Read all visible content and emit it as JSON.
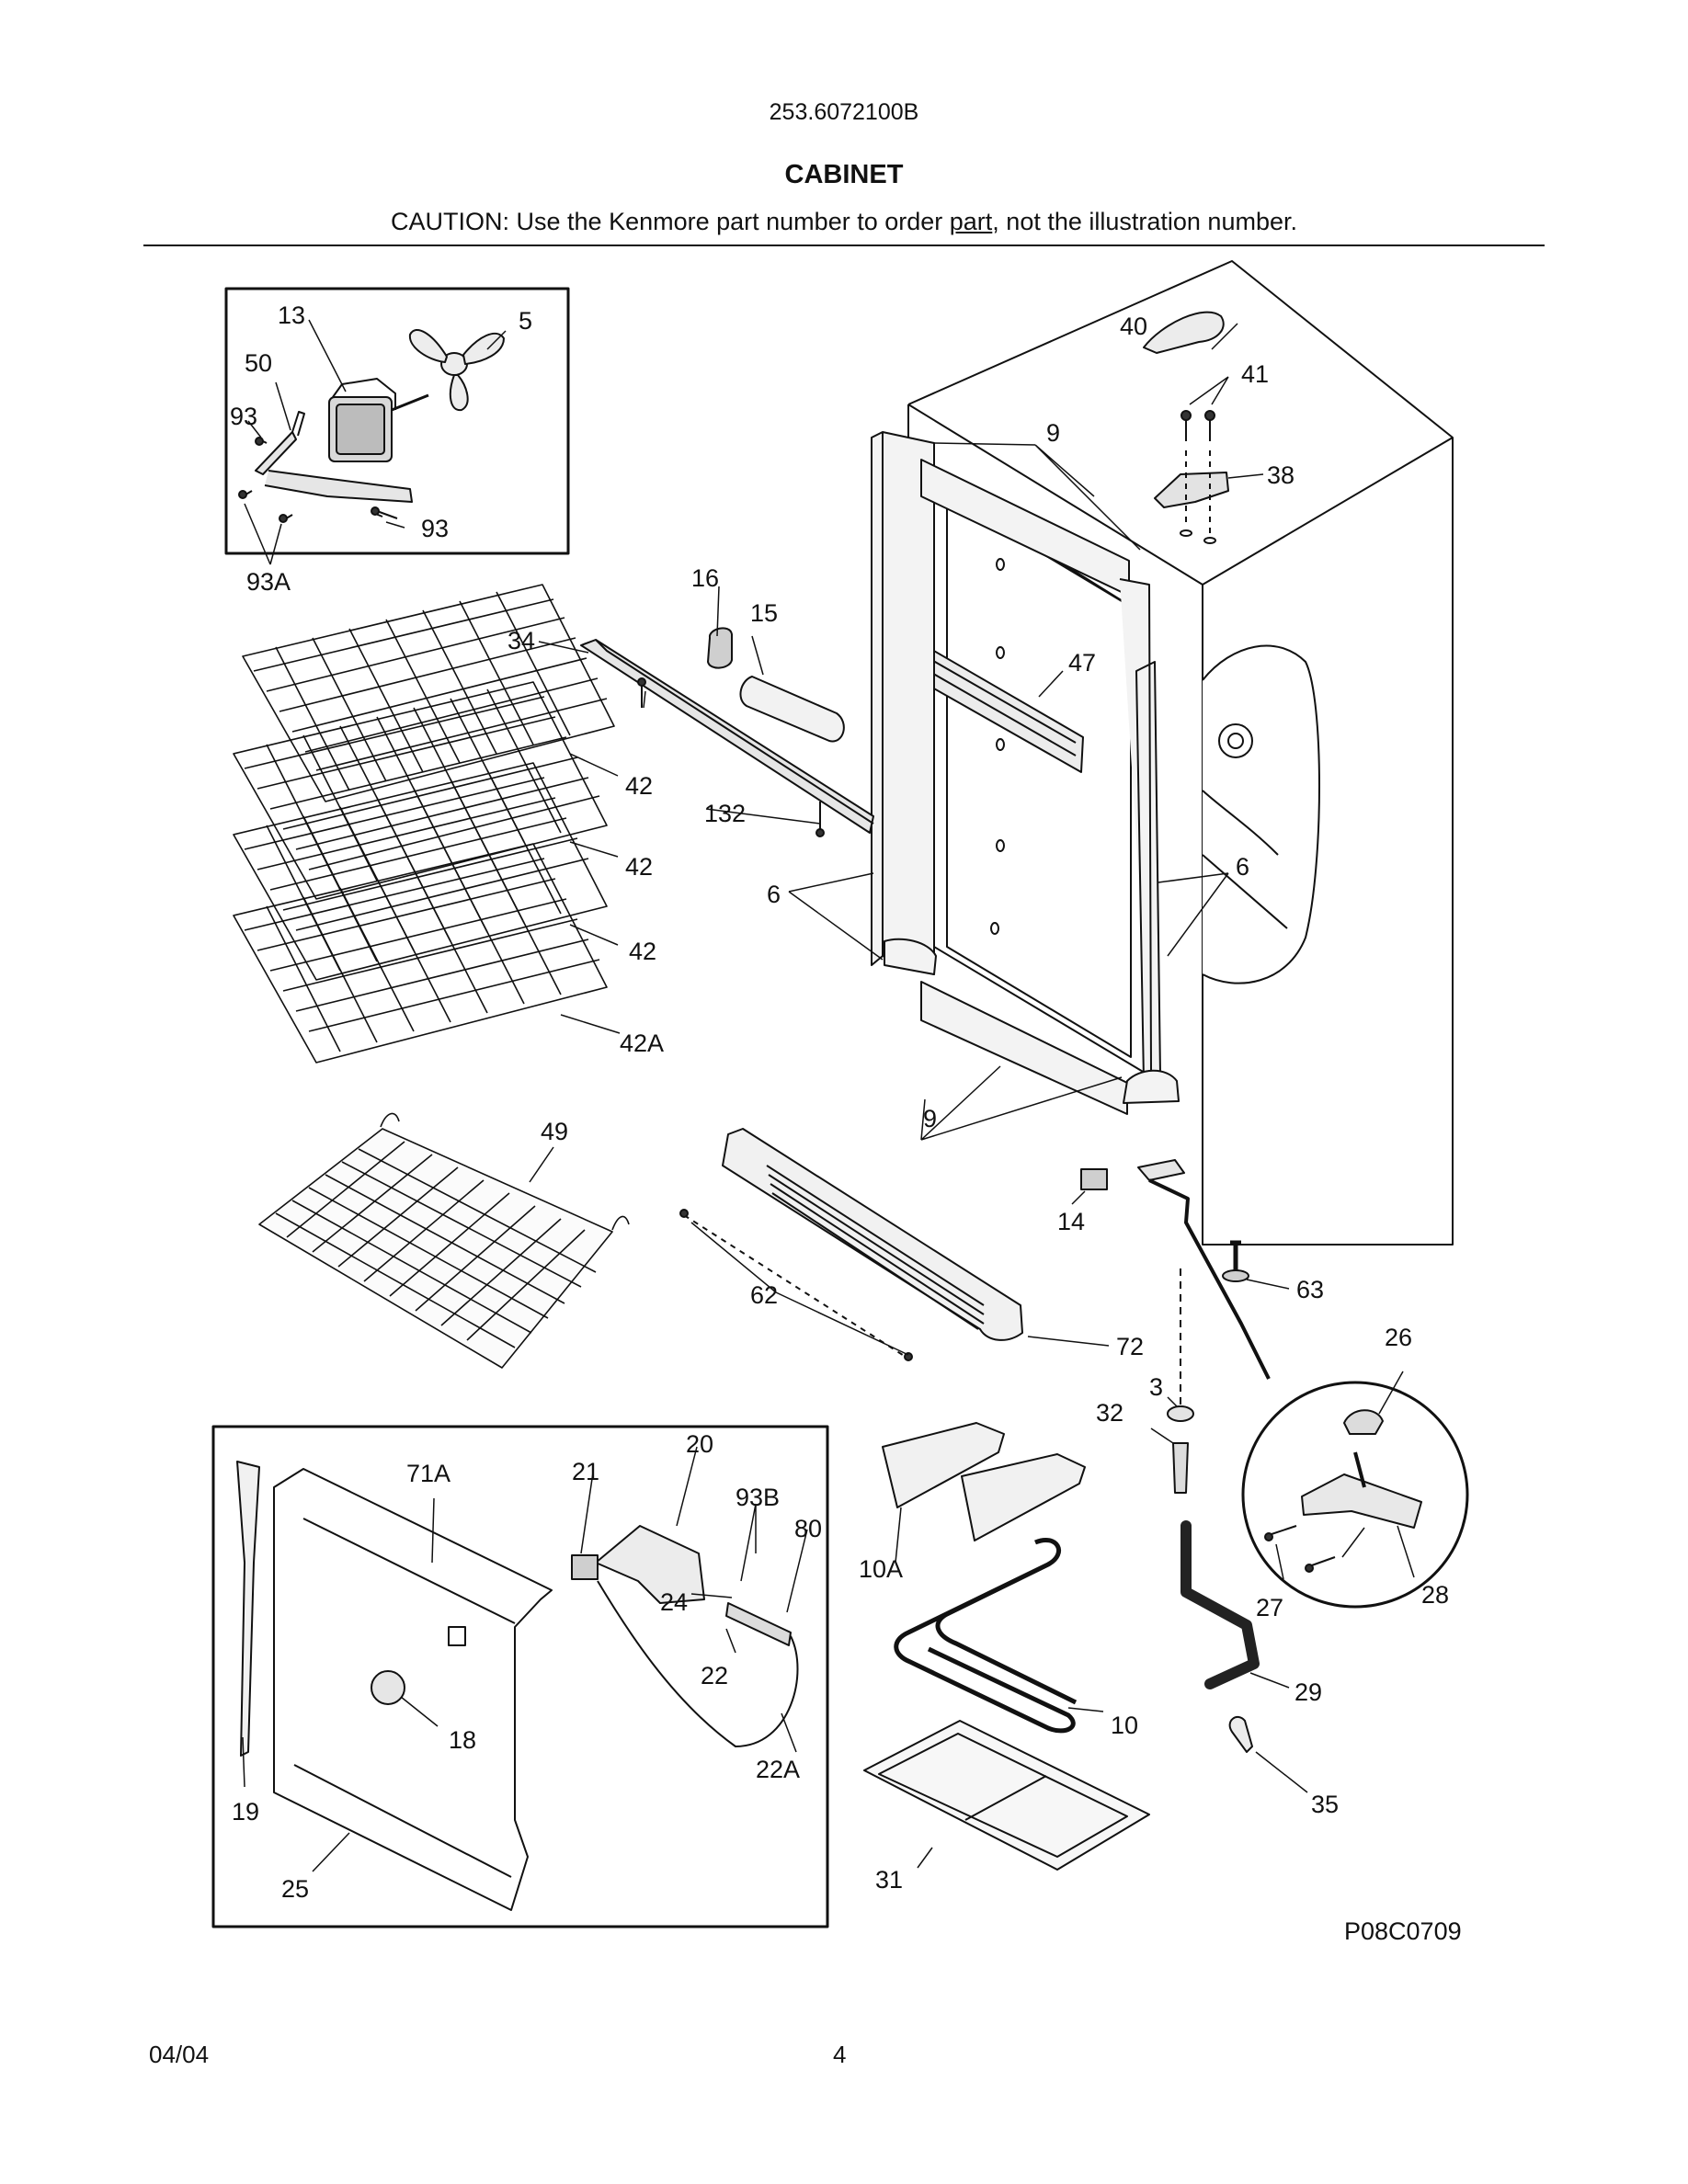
{
  "header": {
    "model_number": "253.6072100B",
    "section_title": "CABINET",
    "caution_prefix": "CAUTION: Use the Kenmore part number to order ",
    "caution_underlined": "part",
    "caution_suffix": ", not the illustration number."
  },
  "figure_code": "P08C0709",
  "callouts": {
    "fan_motor": "13",
    "fan_blade": "5",
    "motor_bracket": "50",
    "screw_93_upper": "93",
    "screw_93_lower": "93",
    "screw_93a": "93A",
    "hinge_cover": "40",
    "hinge_screws": "41",
    "top_hinge": "38",
    "gasket_top": "9",
    "gasket_bottom": "9",
    "light_socket": "16",
    "light_bulb": "15",
    "light_shield": "34",
    "shelf_screw": "132",
    "shelf_1": "42",
    "shelf_2": "42",
    "shelf_3": "42",
    "shelf_bottom": "42A",
    "rail": "47",
    "gasket_left": "6",
    "gasket_right": "6",
    "basket": "49",
    "toe_grille_screws": "62",
    "toe_grille": "72",
    "switch": "14",
    "leveling_leg": "63",
    "hinge_cap": "26",
    "bottom_hinge_screw": "27",
    "bottom_hinge": "28",
    "hinge_pin_cap": "3",
    "hinge_pin": "32",
    "drain_tube": "29",
    "drain_plug": "35",
    "drain_pan": "31",
    "heater_bracket_left": "10A",
    "heater": "10",
    "back_panel": "71A",
    "timer": "21",
    "timer_cover": "20",
    "screw_93b": "93B",
    "bracket_80": "80",
    "screw_24": "24",
    "wire_cover": "22",
    "harness": "22A",
    "grommet": "18",
    "side_channel": "19",
    "bottom_channel": "25"
  },
  "footer": {
    "date": "04/04",
    "page_number": "4"
  }
}
